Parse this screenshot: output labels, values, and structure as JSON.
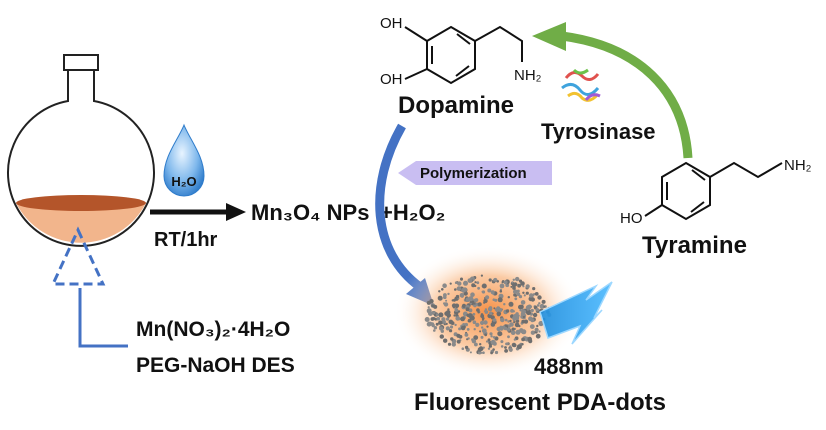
{
  "reaction": {
    "water": "H₂O",
    "condition": "RT/1hr",
    "product": "Mn₃O₄ NPs",
    "oxidant": "+H₂O₂",
    "precursor": "Mn(NO₃)₂·4H₂O",
    "solvent": "PEG-NaOH DES"
  },
  "molecules": {
    "dopamine": "Dopamine",
    "tyramine": "Tyramine",
    "enzyme": "Tyrosinase",
    "oh": "OH",
    "ho": "HO",
    "nh2": "NH₂"
  },
  "process": {
    "polymerization": "Polymerization"
  },
  "output": {
    "wavelength": "488nm",
    "name": "Fluorescent PDA-dots"
  },
  "colors": {
    "flask_liquid": "#F2B58C",
    "flask_surface": "#B4552A",
    "arrow_blue": "#4472C4",
    "arrow_green": "#70AD47",
    "poly_arrow": "#C9BEF2",
    "glow": "#F58A3C",
    "lightning": "#1E8FE0"
  }
}
